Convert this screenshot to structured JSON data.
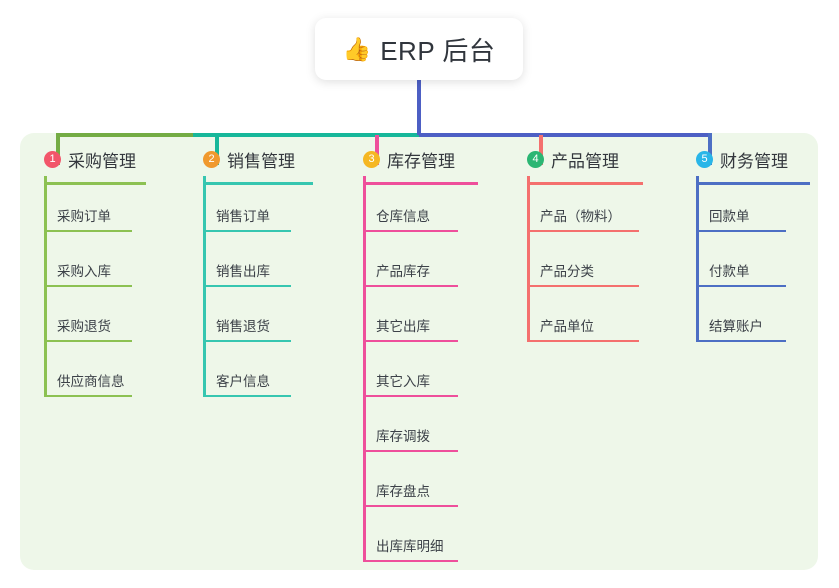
{
  "diagram": {
    "type": "mindmap",
    "title": "ERP 后台",
    "panel_color": "#eef7e9",
    "background": "#ffffff",
    "root": {
      "emoji": "👍",
      "icon_name": "thumbs-up-icon",
      "label": "ERP 后台",
      "stem_color": "#4d5fc4"
    },
    "bus_segments": [
      {
        "name": "bus-segment-green",
        "color": "#74ac44"
      },
      {
        "name": "bus-segment-teal",
        "color": "#17b79a"
      },
      {
        "name": "bus-segment-blue",
        "color": "#4d5fc4"
      }
    ],
    "branches": [
      {
        "index": "1",
        "label": "采购管理",
        "badge_color": "#f2566a",
        "line_color": "#8cc152",
        "drop_color": "#74ac44",
        "items": [
          "采购订单",
          "采购入库",
          "采购退货",
          "供应商信息"
        ]
      },
      {
        "index": "2",
        "label": "销售管理",
        "badge_color": "#f0992e",
        "line_color": "#36c6b0",
        "drop_color": "#17b79a",
        "items": [
          "销售订单",
          "销售出库",
          "销售退货",
          "客户信息"
        ]
      },
      {
        "index": "3",
        "label": "库存管理",
        "badge_color": "#f5b722",
        "line_color": "#ee4f9b",
        "drop_color": "#ee4f9b",
        "items": [
          "仓库信息",
          "产品库存",
          "其它出库",
          "其它入库",
          "库存调拨",
          "库存盘点",
          "出库库明细"
        ]
      },
      {
        "index": "4",
        "label": "产品管理",
        "badge_color": "#2bb673",
        "line_color": "#f4706e",
        "drop_color": "#f4706e",
        "items": [
          "产品（物料）",
          "产品分类",
          "产品单位"
        ]
      },
      {
        "index": "5",
        "label": "财务管理",
        "badge_color": "#29b6e8",
        "line_color": "#4d6fc4",
        "drop_color": "#4d6fc4",
        "items": [
          "回款单",
          "付款单",
          "结算账户"
        ]
      }
    ]
  }
}
